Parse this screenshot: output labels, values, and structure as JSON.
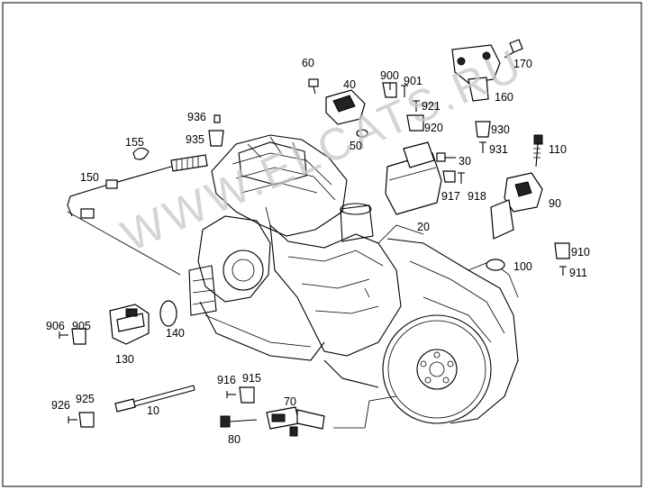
{
  "diagram": {
    "watermark": "WWW.ELCATS.RU",
    "callouts": [
      {
        "id": "c60",
        "text": "60"
      },
      {
        "id": "c40",
        "text": "40"
      },
      {
        "id": "c900",
        "text": "900"
      },
      {
        "id": "c901",
        "text": "901"
      },
      {
        "id": "c921",
        "text": "921"
      },
      {
        "id": "c920",
        "text": "920"
      },
      {
        "id": "c50",
        "text": "50"
      },
      {
        "id": "c170",
        "text": "170"
      },
      {
        "id": "c160",
        "text": "160"
      },
      {
        "id": "c930",
        "text": "930"
      },
      {
        "id": "c931",
        "text": "931"
      },
      {
        "id": "c110",
        "text": "110"
      },
      {
        "id": "c936",
        "text": "936"
      },
      {
        "id": "c935",
        "text": "935"
      },
      {
        "id": "c155",
        "text": "155"
      },
      {
        "id": "c150",
        "text": "150"
      },
      {
        "id": "c30",
        "text": "30"
      },
      {
        "id": "c917",
        "text": "917"
      },
      {
        "id": "c918",
        "text": "918"
      },
      {
        "id": "c20",
        "text": "20"
      },
      {
        "id": "c90",
        "text": "90"
      },
      {
        "id": "c910",
        "text": "910"
      },
      {
        "id": "c100",
        "text": "100"
      },
      {
        "id": "c911",
        "text": "911"
      },
      {
        "id": "c906",
        "text": "906"
      },
      {
        "id": "c905",
        "text": "905"
      },
      {
        "id": "c140",
        "text": "140"
      },
      {
        "id": "c130",
        "text": "130"
      },
      {
        "id": "c916",
        "text": "916"
      },
      {
        "id": "c915",
        "text": "915"
      },
      {
        "id": "c70",
        "text": "70"
      },
      {
        "id": "c926",
        "text": "926"
      },
      {
        "id": "c925",
        "text": "925"
      },
      {
        "id": "c10",
        "text": "10"
      },
      {
        "id": "c80",
        "text": "80"
      }
    ]
  }
}
